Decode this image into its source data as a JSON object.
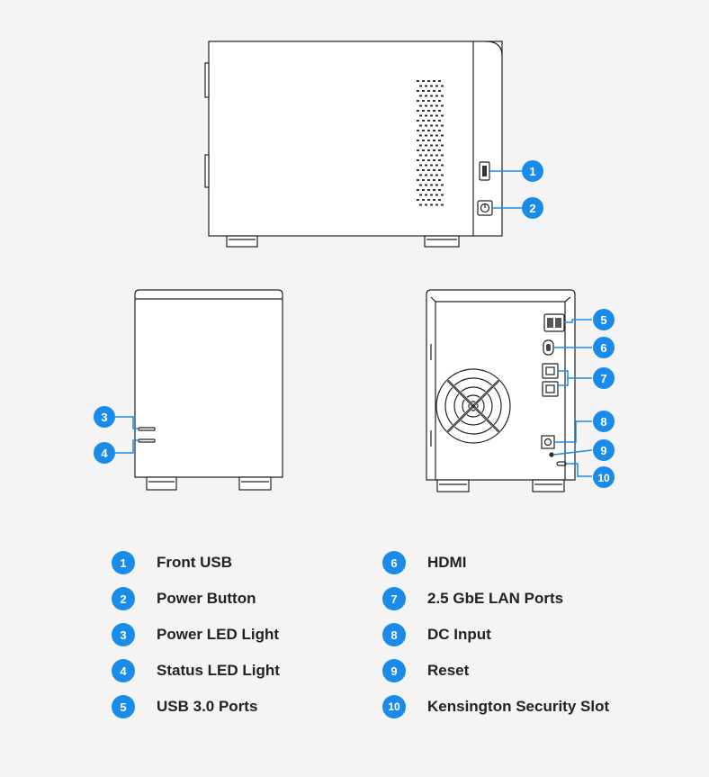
{
  "accent_color": "#1a8be8",
  "callouts": [
    {
      "num": "1"
    },
    {
      "num": "2"
    },
    {
      "num": "3"
    },
    {
      "num": "4"
    },
    {
      "num": "5"
    },
    {
      "num": "6"
    },
    {
      "num": "7"
    },
    {
      "num": "8"
    },
    {
      "num": "9"
    },
    {
      "num": "10"
    }
  ],
  "legend": [
    {
      "num": "1",
      "label": "Front USB"
    },
    {
      "num": "2",
      "label": "Power Button"
    },
    {
      "num": "3",
      "label": "Power LED Light"
    },
    {
      "num": "4",
      "label": "Status LED Light"
    },
    {
      "num": "5",
      "label": "USB 3.0 Ports"
    },
    {
      "num": "6",
      "label": "HDMI"
    },
    {
      "num": "7",
      "label": "2.5 GbE LAN Ports"
    },
    {
      "num": "8",
      "label": "DC Input"
    },
    {
      "num": "9",
      "label": "Reset"
    },
    {
      "num": "10",
      "label": "Kensington Security Slot"
    }
  ]
}
